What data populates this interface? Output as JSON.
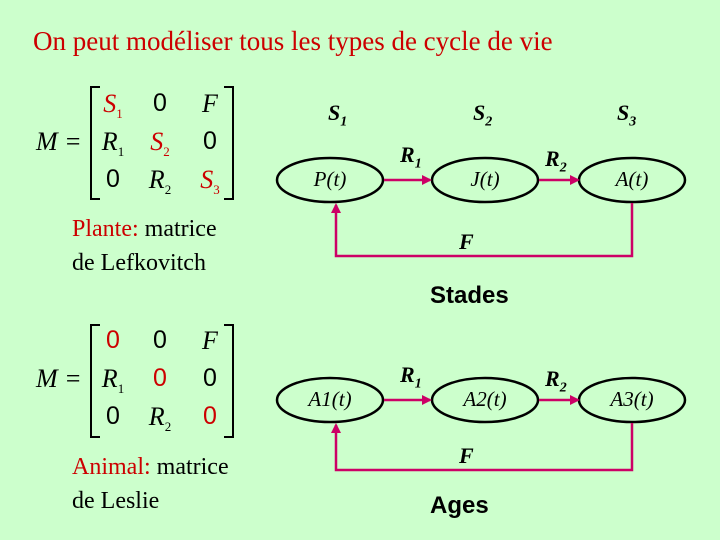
{
  "title": "On peut modéliser tous les types de cycle de vie",
  "colors": {
    "background": "#ccffcc",
    "accent": "#cc0000",
    "ink": "#000000"
  },
  "plant": {
    "matrix_label": "M =",
    "cells": [
      [
        {
          "t": "S",
          "s": "1",
          "red": true
        },
        {
          "t": "0",
          "red": false
        },
        {
          "t": "F",
          "red": false
        }
      ],
      [
        {
          "t": "R",
          "s": "1",
          "red": false
        },
        {
          "t": "S",
          "s": "2",
          "red": true
        },
        {
          "t": "0",
          "red": false
        }
      ],
      [
        {
          "t": "0",
          "red": false
        },
        {
          "t": "R",
          "s": "2",
          "red": false
        },
        {
          "t": "S",
          "s": "3",
          "red": true
        }
      ]
    ],
    "caption_highlight": "Plante:",
    "caption_rest_1": " matrice",
    "caption_line_2": "de Lefkovitch",
    "diagram": {
      "stage_labels": [
        "S",
        "S",
        "S"
      ],
      "stage_subs": [
        "1",
        "2",
        "3"
      ],
      "nodes": [
        "P(t)",
        "J(t)",
        "A(t)"
      ],
      "transitions": [
        {
          "t": "R",
          "s": "1"
        },
        {
          "t": "R",
          "s": "2"
        }
      ],
      "feedback": "F",
      "section_label": "Stades"
    }
  },
  "animal": {
    "matrix_label": "M =",
    "cells": [
      [
        {
          "t": "0",
          "red": true
        },
        {
          "t": "0",
          "red": false
        },
        {
          "t": "F",
          "red": false
        }
      ],
      [
        {
          "t": "R",
          "s": "1",
          "red": false
        },
        {
          "t": "0",
          "red": true
        },
        {
          "t": "0",
          "red": false
        }
      ],
      [
        {
          "t": "0",
          "red": false
        },
        {
          "t": "R",
          "s": "2",
          "red": false
        },
        {
          "t": "0",
          "red": true
        }
      ]
    ],
    "caption_highlight": "Animal:",
    "caption_rest_1": " matrice",
    "caption_line_2": "de Leslie",
    "diagram": {
      "nodes": [
        "A1(t)",
        "A2(t)",
        "A3(t)"
      ],
      "transitions": [
        {
          "t": "R",
          "s": "1"
        },
        {
          "t": "R",
          "s": "2"
        }
      ],
      "feedback": "F",
      "section_label": "Ages"
    }
  }
}
